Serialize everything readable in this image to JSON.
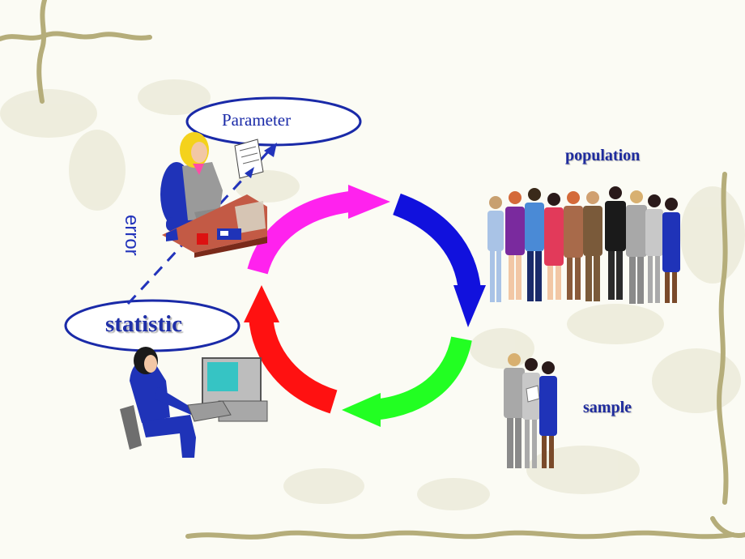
{
  "labels": {
    "parameter": "Parameter",
    "statistic": "statistic",
    "error": "error",
    "population": "population",
    "sample": "sample"
  },
  "icons": {
    "analyst": "seated-woman-reading-document-icon",
    "clerk": "woman-at-computer-icon",
    "population_group": "crowd-of-people-icon",
    "sample_group": "small-group-of-people-icon"
  },
  "colors": {
    "arrow_top_left": "#ff22ee",
    "arrow_top_right": "#1111dd",
    "arrow_bottom_right": "#22ff22",
    "arrow_bottom_left": "#ff1111",
    "label_text": "#1e2b9e",
    "ellipse_stroke": "#1a2aa8",
    "vine": "#b5ad7a",
    "background": "#fbfbf4"
  }
}
